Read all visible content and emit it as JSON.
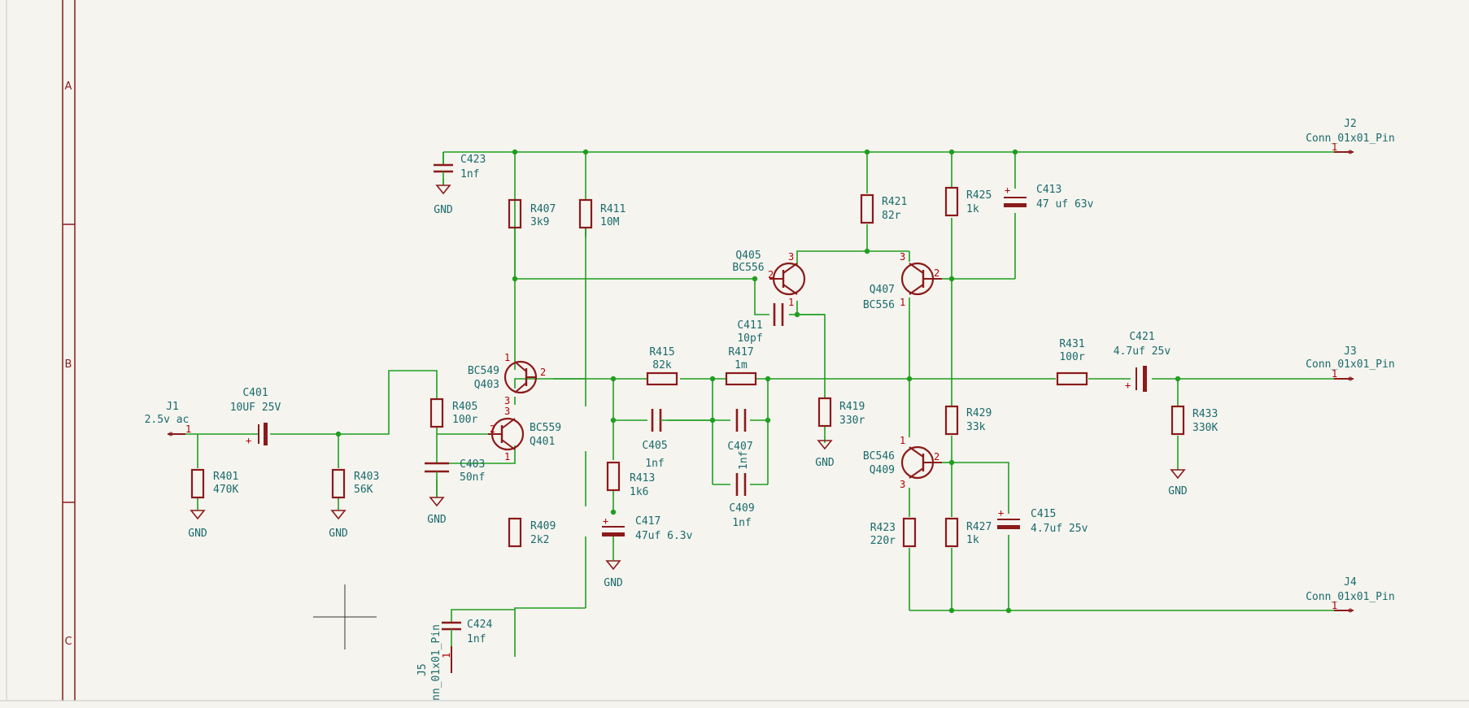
{
  "border": {
    "zones": [
      "A",
      "B",
      "C"
    ]
  },
  "connectors": [
    {
      "ref": "J1",
      "value": "2.5v ac",
      "pin": "1"
    },
    {
      "ref": "J2",
      "value": "Conn_01x01_Pin",
      "pin": "1"
    },
    {
      "ref": "J3",
      "value": "Conn_01x01_Pin",
      "pin": "1"
    },
    {
      "ref": "J4",
      "value": "Conn_01x01_Pin",
      "pin": "1"
    },
    {
      "ref": "J5",
      "value": "nn_01x01_Pin",
      "pin": "1"
    }
  ],
  "resistors": [
    {
      "ref": "R401",
      "value": "470K"
    },
    {
      "ref": "R403",
      "value": "56K"
    },
    {
      "ref": "R405",
      "value": "100r"
    },
    {
      "ref": "R407",
      "value": "3k9"
    },
    {
      "ref": "R409",
      "value": "2k2"
    },
    {
      "ref": "R411",
      "value": "10M"
    },
    {
      "ref": "R413",
      "value": "1k6"
    },
    {
      "ref": "R415",
      "value": "82k"
    },
    {
      "ref": "R417",
      "value": "1m"
    },
    {
      "ref": "R419",
      "value": "330r"
    },
    {
      "ref": "R421",
      "value": "82r"
    },
    {
      "ref": "R423",
      "value": "220r"
    },
    {
      "ref": "R425",
      "value": "1k"
    },
    {
      "ref": "R427",
      "value": "1k"
    },
    {
      "ref": "R429",
      "value": "33k"
    },
    {
      "ref": "R431",
      "value": "100r"
    },
    {
      "ref": "R433",
      "value": "330K"
    }
  ],
  "capacitors": [
    {
      "ref": "C401",
      "value": "10UF 25V"
    },
    {
      "ref": "C403",
      "value": "50nf"
    },
    {
      "ref": "C405",
      "value": "1nf"
    },
    {
      "ref": "C407",
      "value": "1nf"
    },
    {
      "ref": "C409",
      "value": "1nf"
    },
    {
      "ref": "C411",
      "value": "10pf"
    },
    {
      "ref": "C413",
      "value": "47 uf 63v"
    },
    {
      "ref": "C415",
      "value": "4.7uf 25v"
    },
    {
      "ref": "C417",
      "value": "47uf 6.3v"
    },
    {
      "ref": "C421",
      "value": "4.7uf 25v"
    },
    {
      "ref": "C423",
      "value": "1nf"
    },
    {
      "ref": "C424",
      "value": "1nf"
    }
  ],
  "transistors": [
    {
      "ref": "Q401",
      "value": "BC559"
    },
    {
      "ref": "Q403",
      "value": "BC549"
    },
    {
      "ref": "Q405",
      "value": "BC556"
    },
    {
      "ref": "Q407",
      "value": "BC556"
    },
    {
      "ref": "Q409",
      "value": "BC546"
    }
  ],
  "pin_numbers": {
    "one": "1",
    "two": "2",
    "three": "3"
  },
  "power": {
    "gnd": "GND",
    "plus": "+"
  },
  "colors": {
    "wire": "#1f9e1f",
    "component": "#8b1a1a",
    "text": "#1a6b6b",
    "pin": "#b30000",
    "background": "#f5f4ef"
  }
}
